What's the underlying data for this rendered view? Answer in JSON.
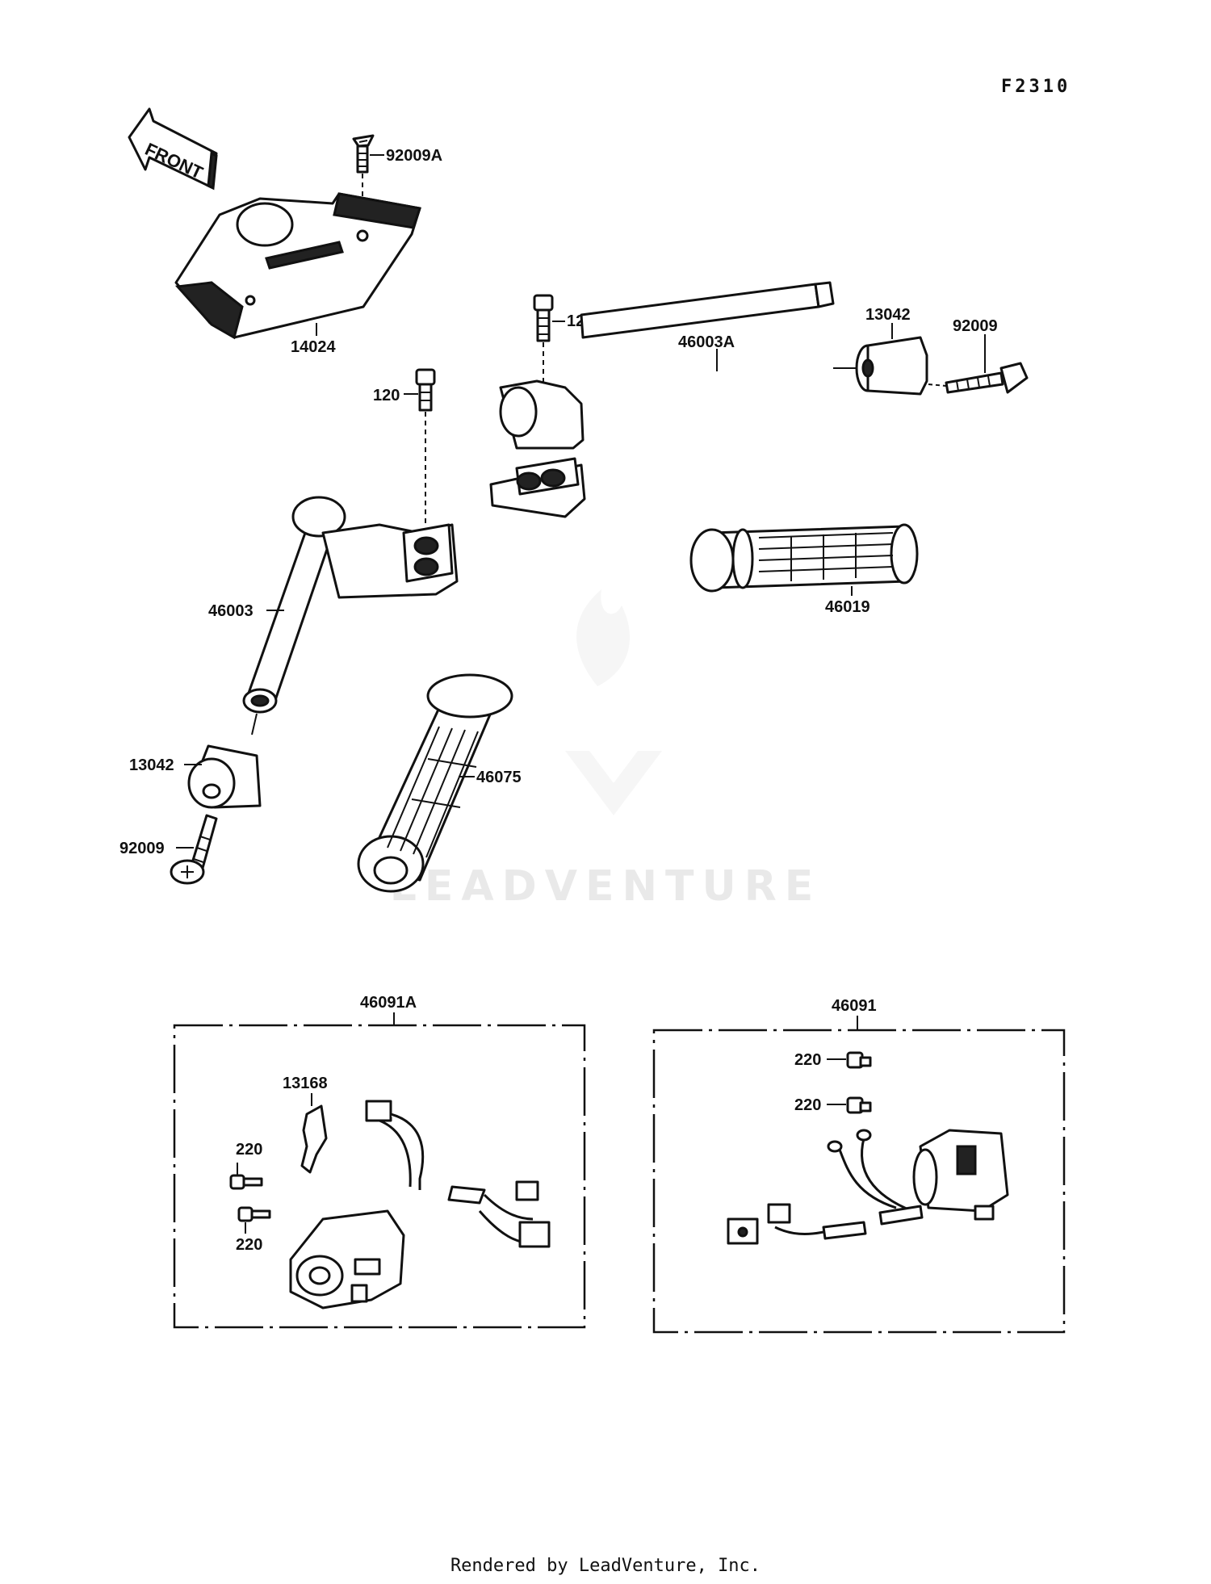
{
  "diagram": {
    "code": "F2310",
    "front_label": "FRONT",
    "watermark": "LEADVENTURE",
    "footer": "Rendered by LeadVenture, Inc."
  },
  "parts": {
    "p92009A": "92009A",
    "p14024": "14024",
    "p120_right": "120",
    "p120_left": "120",
    "p46003A": "46003A",
    "p13042_right": "13042",
    "p92009_right": "92009",
    "p46019": "46019",
    "p46003": "46003",
    "p13042_left": "13042",
    "p92009_left": "92009",
    "p46075": "46075",
    "p46091A": "46091A",
    "p13168": "13168",
    "p220_a": "220",
    "p220_b": "220",
    "p46091": "46091",
    "p220_c": "220",
    "p220_d": "220"
  }
}
